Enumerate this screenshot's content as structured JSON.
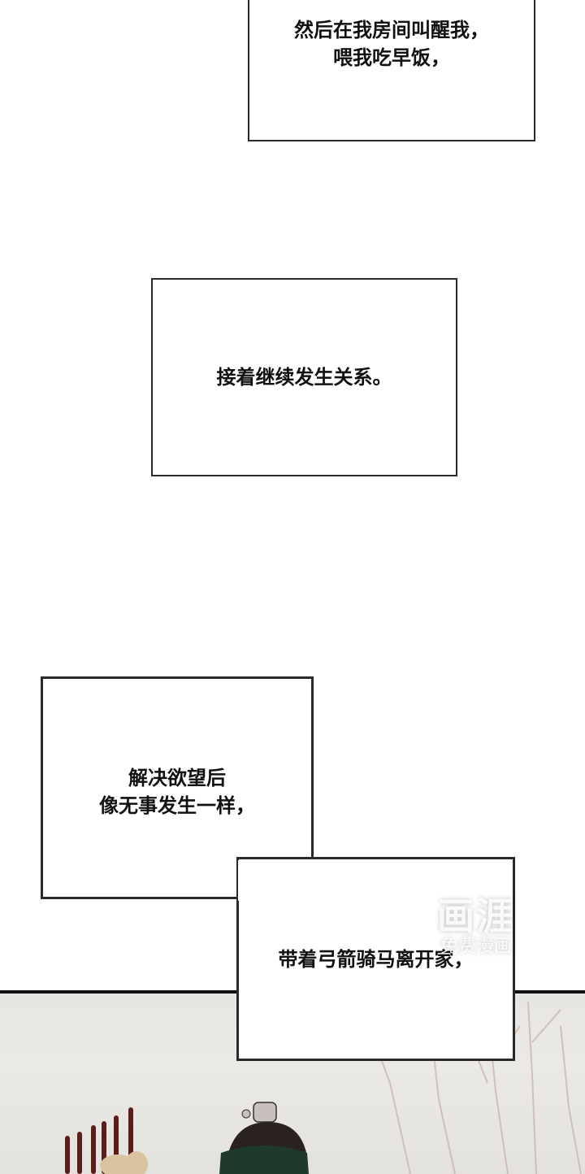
{
  "captions": [
    {
      "id": "box1",
      "text": "然后在我房间叫醒我，\n喂我吃早饭，"
    },
    {
      "id": "box2",
      "text": "接着继续发生关系。"
    },
    {
      "id": "box3",
      "text": "解决欲望后\n像无事发生一样，"
    },
    {
      "id": "box4",
      "text": "带着弓箭骑马离开家，"
    }
  ],
  "watermark": {
    "logo": "画涯",
    "subtitle": "免费漫画"
  },
  "scene": {
    "description": "Illustrated panel: man with green headband and topknot ornament, arrows in quiver, bare trees in misty background",
    "colors": {
      "background": "#e8e6e2",
      "headband": "#1f3a2a",
      "hair": "#2a2220",
      "arrows": "#5a1e1a",
      "trees": "#c9b6ae"
    }
  }
}
